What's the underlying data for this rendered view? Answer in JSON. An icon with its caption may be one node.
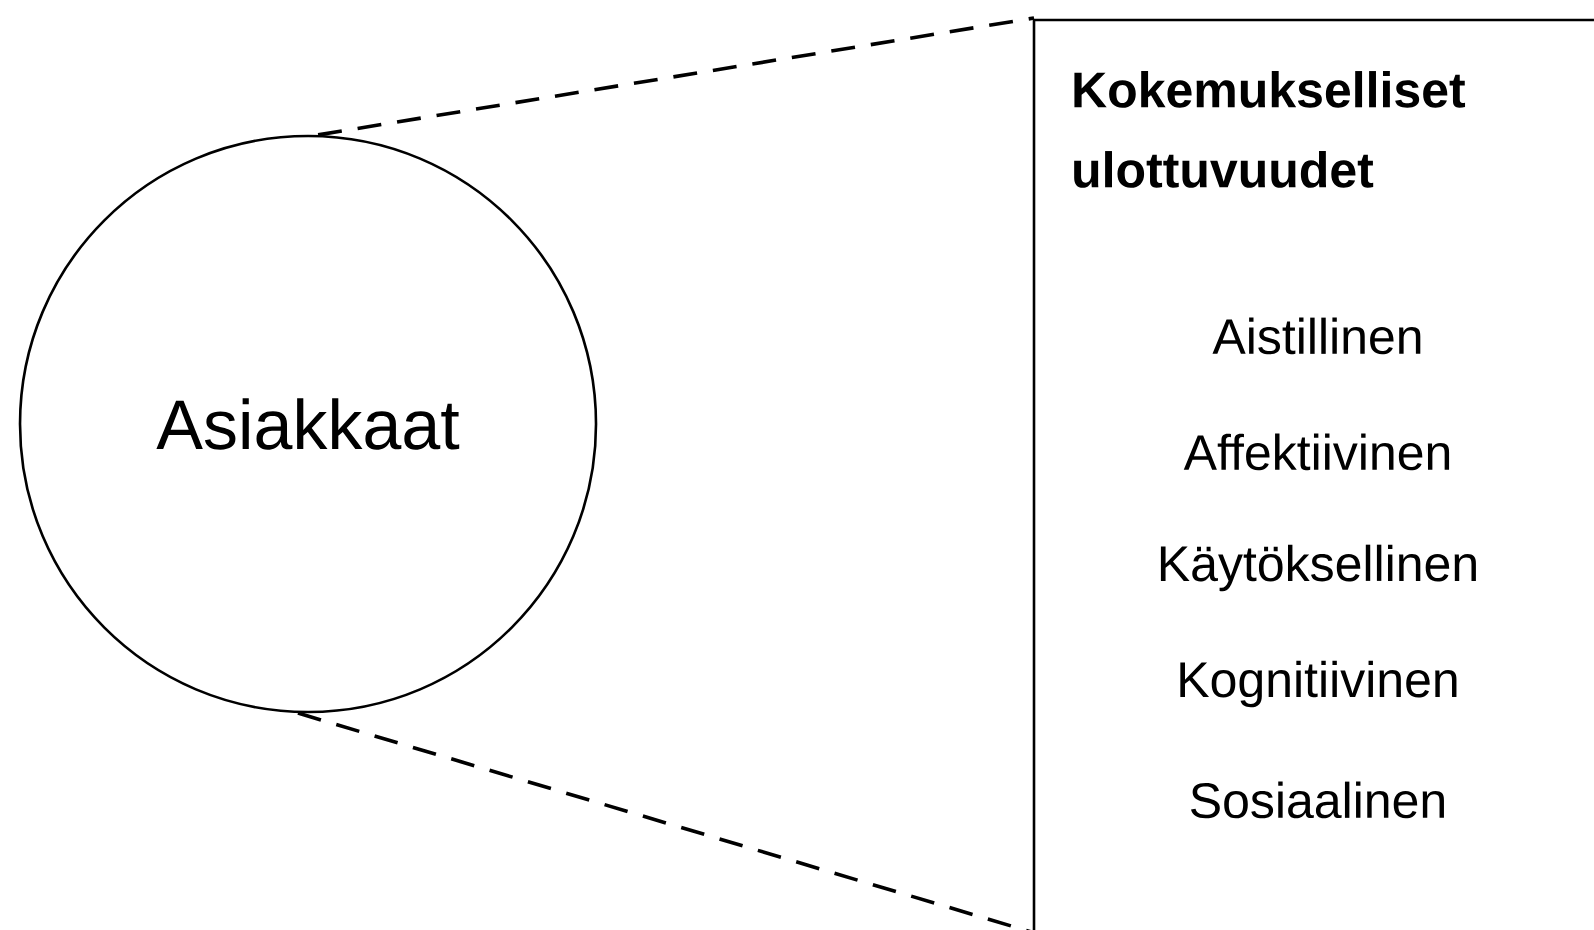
{
  "diagram": {
    "nodes": [
      {
        "text": [
          "Asiakkaat"
        ]
      },
      {
        "text": [
          "Kokemukselliset ulottuvuudet",
          "Aistillinen",
          "Affektiivinen",
          "Käytöksellinen",
          "Kognitiivinen",
          "Sosiaalinen"
        ]
      }
    ],
    "edges": [
      {
        "from": 0,
        "to": 1,
        "arrow": "none",
        "style": "dashed"
      },
      {
        "from": 0,
        "to": 1,
        "arrow": "none",
        "style": "dashed"
      }
    ]
  }
}
